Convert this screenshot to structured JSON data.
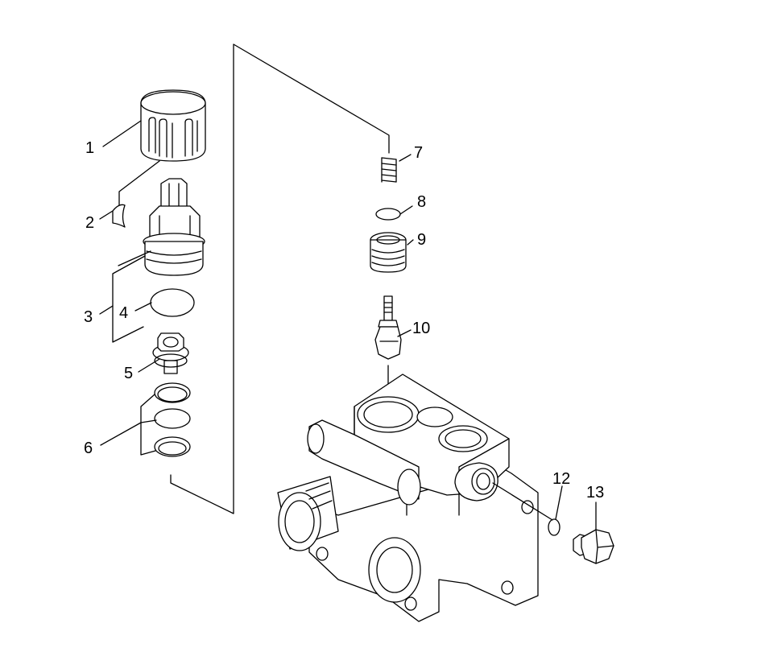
{
  "diagram": {
    "callouts": [
      {
        "id": "1",
        "label": "1"
      },
      {
        "id": "2",
        "label": "2"
      },
      {
        "id": "3",
        "label": "3"
      },
      {
        "id": "4",
        "label": "4"
      },
      {
        "id": "5",
        "label": "5"
      },
      {
        "id": "6",
        "label": "6"
      },
      {
        "id": "7",
        "label": "7"
      },
      {
        "id": "8",
        "label": "8"
      },
      {
        "id": "9",
        "label": "9"
      },
      {
        "id": "10",
        "label": "10"
      },
      {
        "id": "12",
        "label": "12"
      },
      {
        "id": "13",
        "label": "13"
      }
    ],
    "colors": {
      "line": "#000000",
      "background": "#ffffff"
    }
  }
}
